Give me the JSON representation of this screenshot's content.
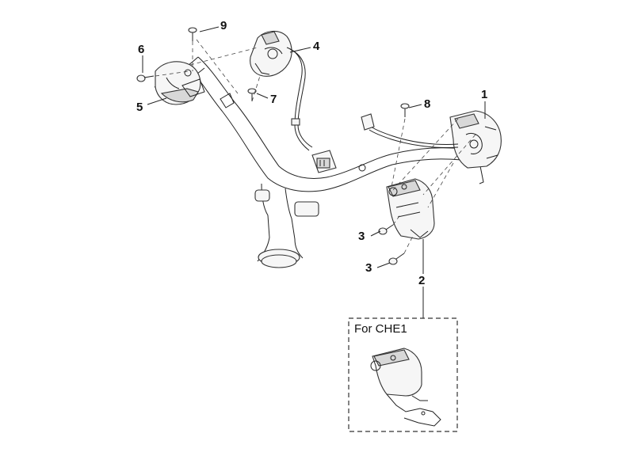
{
  "diagram": {
    "callouts": [
      {
        "id": "1",
        "label": "1"
      },
      {
        "id": "2",
        "label": "2"
      },
      {
        "id": "3a",
        "label": "3"
      },
      {
        "id": "3b",
        "label": "3"
      },
      {
        "id": "4",
        "label": "4"
      },
      {
        "id": "5",
        "label": "5"
      },
      {
        "id": "6",
        "label": "6"
      },
      {
        "id": "7",
        "label": "7"
      },
      {
        "id": "8",
        "label": "8"
      },
      {
        "id": "9",
        "label": "9"
      }
    ],
    "inset": {
      "title": "For CHE1"
    }
  }
}
